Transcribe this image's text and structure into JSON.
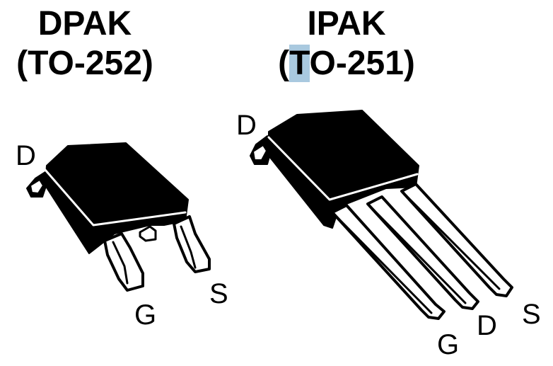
{
  "dpak": {
    "name": "DPAK",
    "package_open": "(",
    "package": "TO-252",
    "package_close": ")",
    "pins": {
      "drain": "D",
      "gate": "G",
      "source": "S"
    }
  },
  "ipak": {
    "name": "IPAK",
    "package_open": "(",
    "package_highlight": "T",
    "package_rest": "O-251",
    "package_close": ")",
    "pins": {
      "drain": "D",
      "gate": "G",
      "drain_lead": "D",
      "source": "S"
    }
  },
  "colors": {
    "body": "#000000",
    "outline": "#000000",
    "lead": "#ffffff",
    "highlight": "#a9c9df"
  }
}
